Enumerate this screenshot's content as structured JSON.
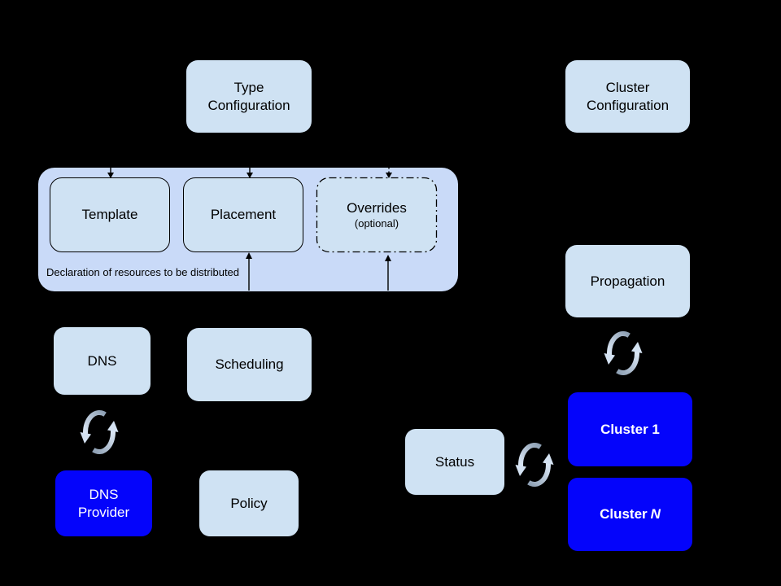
{
  "diagram": {
    "type_configuration": "Type Configuration",
    "cluster_configuration": "Cluster Configuration",
    "template": "Template",
    "placement": "Placement",
    "overrides": "Overrides",
    "overrides_note": "(optional)",
    "caption": "Declaration of resources to be distributed",
    "dns": "DNS",
    "scheduling": "Scheduling",
    "propagation": "Propagation",
    "dns_provider": "DNS Provider",
    "policy": "Policy",
    "status": "Status",
    "cluster_1": "Cluster 1",
    "cluster_n_prefix": "Cluster",
    "cluster_n_italic": "N"
  },
  "icons": {
    "sync": "sync-arrows-icon",
    "arrow_down": "arrow-down-icon",
    "arrow_up": "arrow-up-icon"
  },
  "colors": {
    "background": "#000000",
    "container_fill": "#c9daf8",
    "node_fill": "#cfe2f3",
    "cluster_fill": "#0404fb",
    "node_text": "#000000",
    "cluster_text": "#ffffff",
    "connector": "#000000",
    "sync_dark": "#8d9fb3",
    "sync_light": "#dde9f7"
  }
}
